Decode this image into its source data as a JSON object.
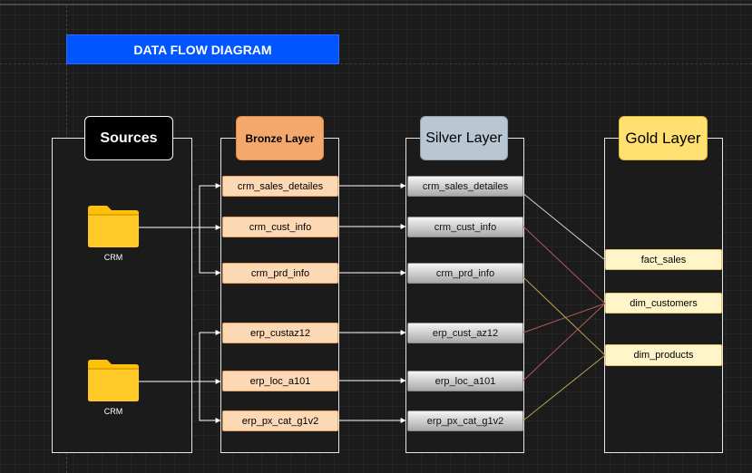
{
  "title": "DATA FLOW DIAGRAM",
  "columns": {
    "sources": {
      "label": "Sources"
    },
    "bronze": {
      "label": "Bronze Layer"
    },
    "silver": {
      "label": "Silver Layer"
    },
    "gold": {
      "label": "Gold Layer"
    }
  },
  "sources": [
    {
      "label": "CRM"
    },
    {
      "label": "CRM"
    }
  ],
  "bronze_tables": [
    "crm_sales_detailes",
    "crm_cust_info",
    "crm_prd_info",
    "erp_custaz12",
    "erp_loc_a101",
    "erp_px_cat_g1v2"
  ],
  "silver_tables": [
    "crm_sales_detailes",
    "crm_cust_info",
    "crm_prd_info",
    "erp_cust_az12",
    "erp_loc_a101",
    "erp_px_cat_g1v2"
  ],
  "gold_tables": [
    "fact_sales",
    "dim_customers",
    "dim_products"
  ],
  "colors": {
    "title_bg": "#0055ff",
    "bronze": "#f5a86b",
    "silver": "#b8c7d2",
    "gold": "#ffe070",
    "folder": "#ffc107",
    "link_sales": "#d0d0d0",
    "link_customers": "#b35a5a",
    "link_products": "#b3a050"
  }
}
